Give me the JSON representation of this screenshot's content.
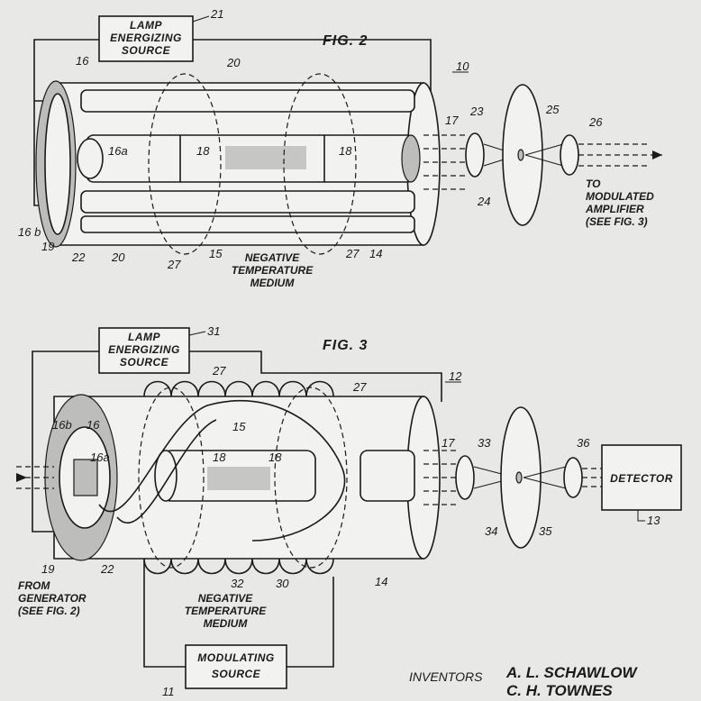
{
  "fig2": {
    "title": "FIG. 2",
    "lamp_line1": "LAMP",
    "lamp_line2": "ENERGIZING",
    "lamp_line3": "SOURCE",
    "ref_lamp": "21",
    "ref_assembly": "10",
    "ref_16": "16",
    "ref_16a": "16a",
    "ref_16b": "16 b",
    "ref_17": "17",
    "ref_18a": "18",
    "ref_18b": "18",
    "ref_19": "19",
    "ref_20a": "20",
    "ref_20b": "20",
    "ref_22": "22",
    "ref_23": "23",
    "ref_24": "24",
    "ref_25": "25",
    "ref_26": "26",
    "ref_27a": "27",
    "ref_27b": "27",
    "ref_15": "15",
    "ref_14": "14",
    "medium_line1": "NEGATIVE",
    "medium_line2": "TEMPERATURE",
    "medium_line3": "MEDIUM",
    "out_line1": "TO",
    "out_line2": "MODULATED",
    "out_line3": "AMPLIFIER",
    "out_line4": "(SEE FIG. 3)"
  },
  "fig3": {
    "title": "FIG. 3",
    "lamp_line1": "LAMP",
    "lamp_line2": "ENERGIZING",
    "lamp_line3": "SOURCE",
    "ref_lamp": "31",
    "ref_assembly": "12",
    "ref_16": "16",
    "ref_16a": "16a",
    "ref_16b": "16b",
    "ref_17": "17",
    "ref_18a": "18",
    "ref_18b": "18",
    "ref_19": "19",
    "ref_22": "22",
    "ref_27a": "27",
    "ref_27b": "27",
    "ref_15": "15",
    "ref_14": "14",
    "ref_30": "30",
    "ref_32": "32",
    "ref_33": "33",
    "ref_34": "34",
    "ref_35": "35",
    "ref_36": "36",
    "detector": "DETECTOR",
    "ref_13": "13",
    "mod_line1": "MODULATING",
    "mod_line2": "SOURCE",
    "ref_11": "11",
    "medium_line1": "NEGATIVE",
    "medium_line2": "TEMPERATURE",
    "medium_line3": "MEDIUM",
    "in_line1": "FROM",
    "in_line2": "GENERATOR",
    "in_line3": "(SEE FIG. 2)"
  },
  "inventors": {
    "label": "INVENTORS",
    "name1": "A. L. SCHAWLOW",
    "name2": "C. H. TOWNES"
  }
}
